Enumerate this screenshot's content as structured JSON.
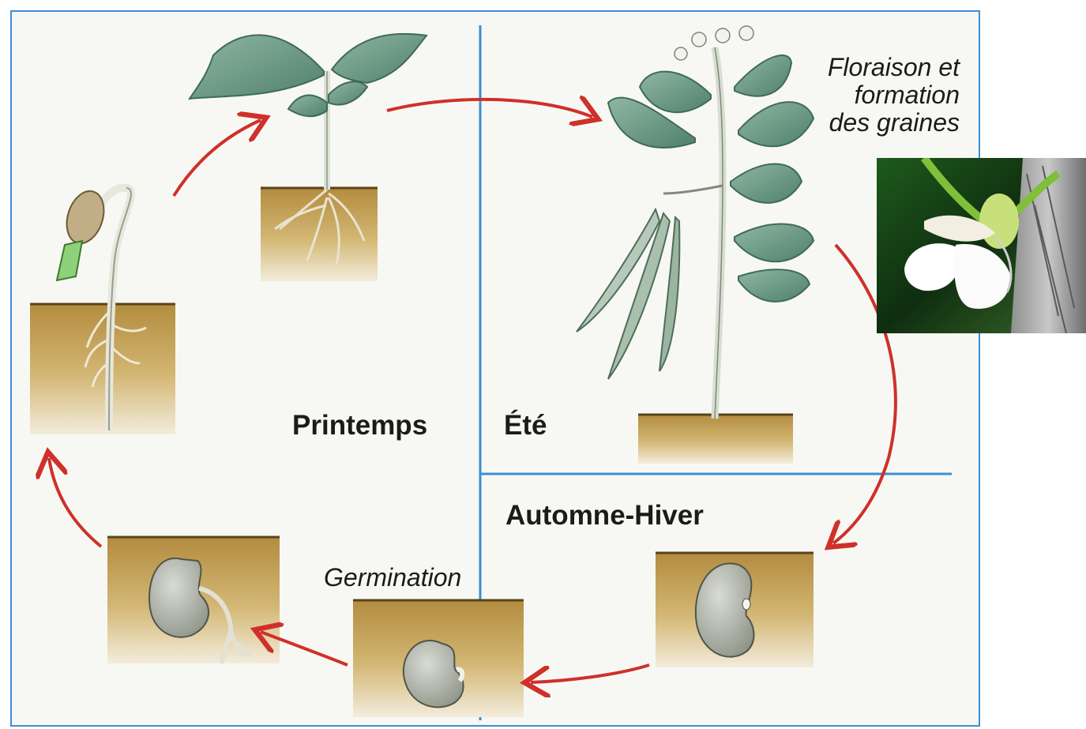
{
  "diagram": {
    "labels": {
      "spring": "Printemps",
      "summer": "Été",
      "autumn_winter": "Automne-Hiver",
      "germination": "Germination",
      "flowering_line1": "Floraison et",
      "flowering_line2": "formation",
      "flowering_line3": "des graines"
    },
    "colors": {
      "frame": "#3b8fd4",
      "arrow": "#d0302a",
      "soil": "#c9a14e",
      "leaf": "#6e9d88",
      "seed": "#b9bdb2",
      "background": "#f6f7f2"
    }
  }
}
